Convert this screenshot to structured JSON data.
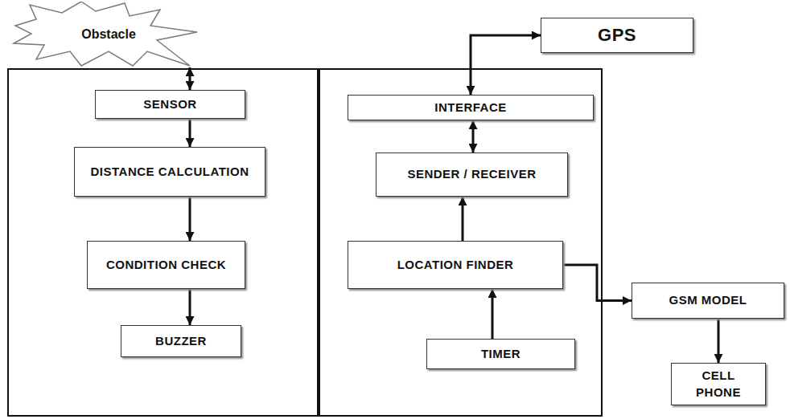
{
  "diagram": {
    "nodes": [
      {
        "text": [
          "Obstacle"
        ]
      },
      {
        "text": [
          "SENSOR"
        ]
      },
      {
        "text": [
          "DISTANCE CALCULATION"
        ]
      },
      {
        "text": [
          "CONDITION CHECK"
        ]
      },
      {
        "text": [
          "BUZZER"
        ]
      },
      {
        "text": [
          "GPS"
        ]
      },
      {
        "text": [
          "INTERFACE"
        ]
      },
      {
        "text": [
          "SENDER / RECEIVER"
        ]
      },
      {
        "text": [
          "LOCATION FINDER"
        ]
      },
      {
        "text": [
          "TIMER"
        ]
      },
      {
        "text": [
          "GSM MODEL"
        ]
      },
      {
        "text": [
          "CELL PHONE"
        ]
      }
    ],
    "edges": [
      {
        "from": 0,
        "to": 1,
        "arrow": "both"
      },
      {
        "from": 1,
        "to": 2,
        "arrow": "to"
      },
      {
        "from": 2,
        "to": 3,
        "arrow": "to"
      },
      {
        "from": 3,
        "to": 4,
        "arrow": "to"
      },
      {
        "from": 6,
        "to": 5,
        "arrow": "both"
      },
      {
        "from": 6,
        "to": 7,
        "arrow": "both"
      },
      {
        "from": 8,
        "to": 7,
        "arrow": "to"
      },
      {
        "from": 9,
        "to": 8,
        "arrow": "to"
      },
      {
        "from": 8,
        "to": 10,
        "arrow": "to"
      },
      {
        "from": 10,
        "to": 11,
        "arrow": "to"
      }
    ]
  }
}
